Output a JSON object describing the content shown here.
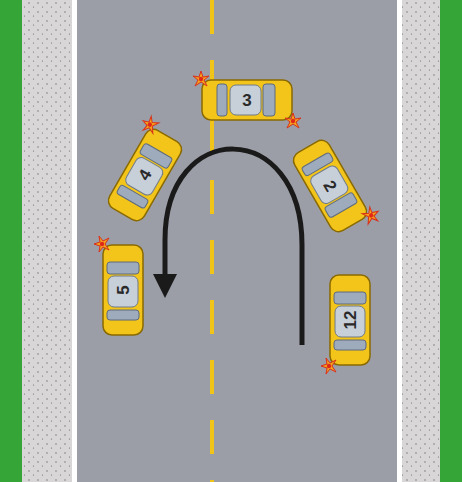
{
  "diagram": {
    "labels": [
      "3",
      "4",
      "2",
      "5",
      "12"
    ]
  }
}
